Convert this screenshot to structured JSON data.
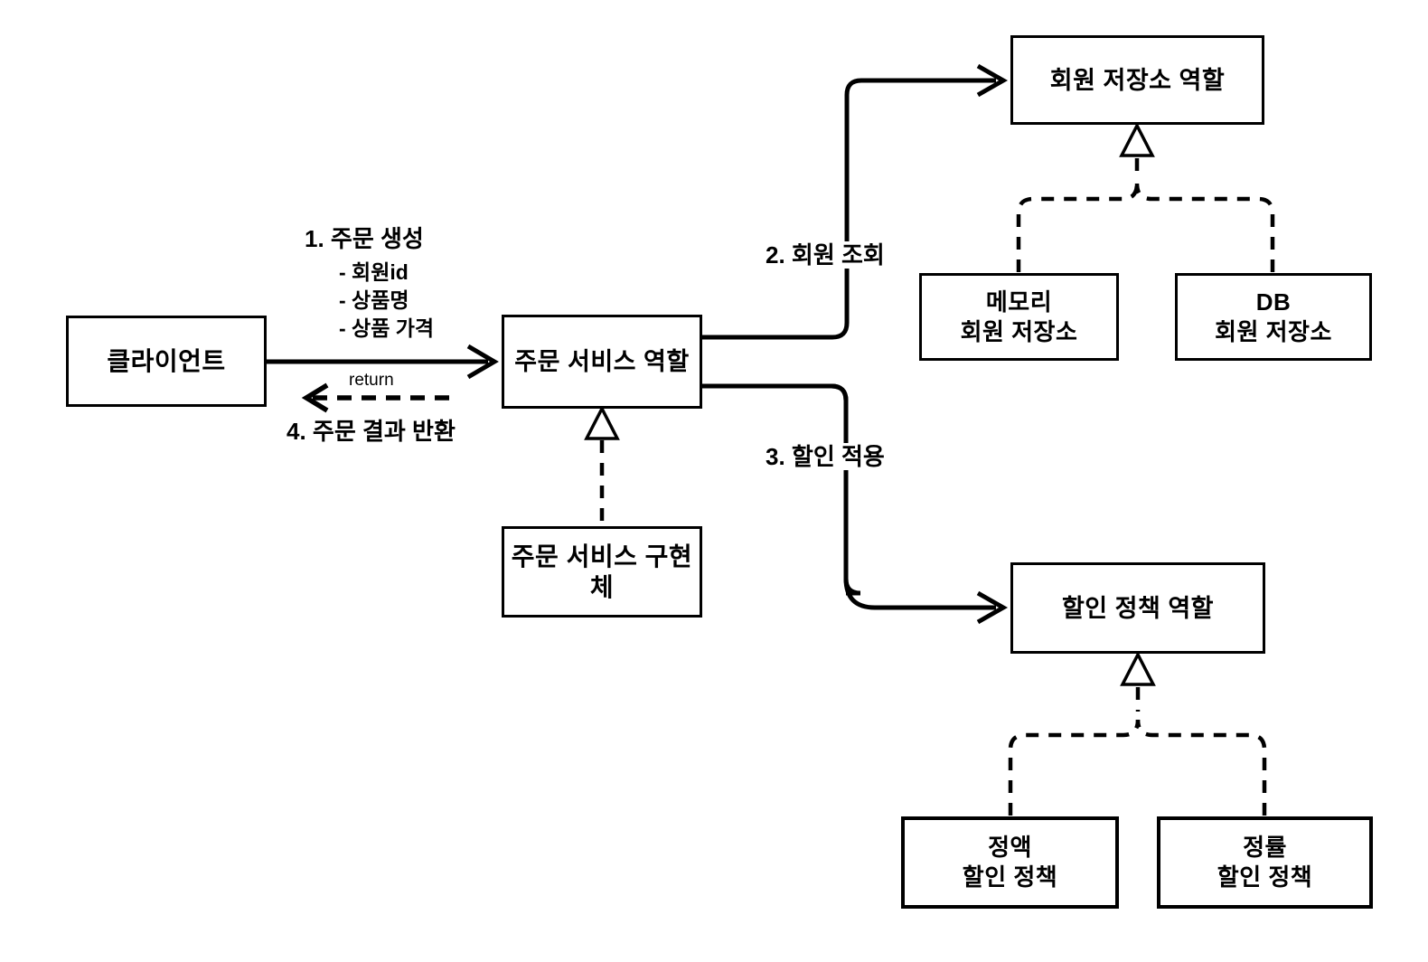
{
  "diagram": {
    "title": "Order service roles and implementations diagram",
    "nodes": {
      "client": {
        "label": "클라이언트"
      },
      "order_service_role": {
        "label": "주문 서비스 역할"
      },
      "order_service_impl": {
        "label": "주문 서비스 구현체"
      },
      "member_repo_role": {
        "label": "회원 저장소 역할"
      },
      "memory_member_repo": {
        "line1": "메모리",
        "line2": "회원 저장소"
      },
      "db_member_repo": {
        "line1": "DB",
        "line2": "회원 저장소"
      },
      "discount_policy_role": {
        "label": "할인 정책 역할"
      },
      "fixed_discount_policy": {
        "line1": "정액",
        "line2": "할인 정책"
      },
      "rate_discount_policy": {
        "line1": "정률",
        "line2": "할인 정책"
      }
    },
    "labels": {
      "step1": "1. 주문 생성",
      "step1_params": [
        "- 회원id",
        "- 상품명",
        "- 상품 가격"
      ],
      "return_label": "return",
      "step4": "4. 주문 결과 반환",
      "step2": "2. 회원 조회",
      "step3": "3. 할인 적용"
    },
    "colors": {
      "line": "#000000",
      "background": "#ffffff"
    }
  }
}
